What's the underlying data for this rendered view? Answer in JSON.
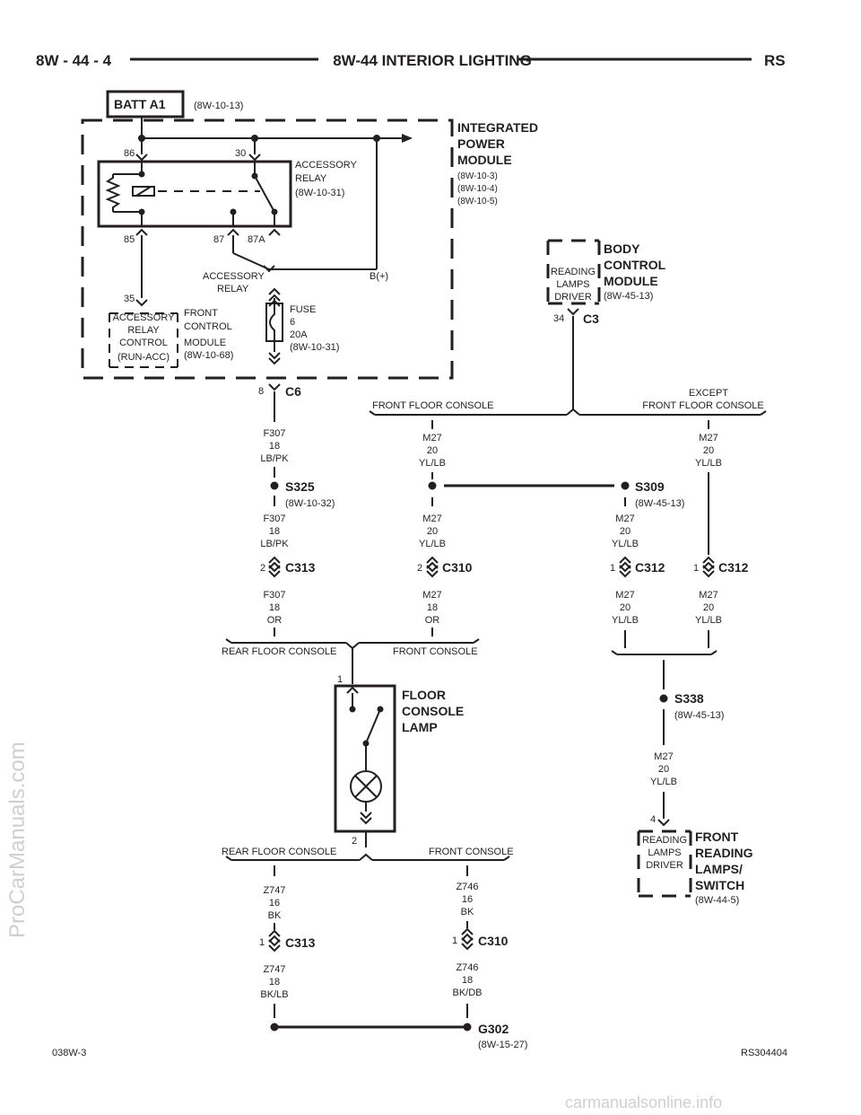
{
  "header": {
    "left": "8W - 44 - 4",
    "center": "8W-44 INTERIOR LIGHTING",
    "right": "RS"
  },
  "batt": {
    "label": "BATT A1",
    "ref": "(8W-10-13)"
  },
  "ipm": {
    "title1": "INTEGRATED",
    "title2": "POWER",
    "title3": "MODULE",
    "ref1": "(8W-10-3)",
    "ref2": "(8W-10-4)",
    "ref3": "(8W-10-5)"
  },
  "relay": {
    "pin86": "86",
    "pin30": "30",
    "pin85": "85",
    "pin87": "87",
    "pin87a": "87A",
    "name1": "ACCESSORY",
    "name2": "RELAY",
    "ref": "(8W-10-31)"
  },
  "relay_out": {
    "label1": "ACCESSORY",
    "label2": "RELAY",
    "bplus": "B(+)"
  },
  "fcm": {
    "pin": "35",
    "l1": "ACCESSORY",
    "l2": "RELAY",
    "l3": "CONTROL",
    "l4": "(RUN-ACC)",
    "name1": "FRONT",
    "name2": "CONTROL",
    "name3": "MODULE",
    "ref": "(8W-10-68)"
  },
  "fuse": {
    "l1": "FUSE",
    "l2": "6",
    "l3": "20A",
    "ref": "(8W-10-31)"
  },
  "c6": {
    "pin": "8",
    "name": "C6"
  },
  "bcm": {
    "l1": "READING",
    "l2": "LAMPS",
    "l3": "DRIVER",
    "name1": "BODY",
    "name2": "CONTROL",
    "name3": "MODULE",
    "ref": "(8W-45-13)",
    "pin": "34",
    "conn": "C3"
  },
  "options": {
    "front_floor": "FRONT FLOOR CONSOLE",
    "except1": "EXCEPT",
    "except2": "FRONT FLOOR CONSOLE"
  },
  "w_f307a": {
    "c": "F307",
    "g": "18",
    "col": "LB/PK"
  },
  "w_f307b": {
    "c": "F307",
    "g": "18",
    "col": "LB/PK"
  },
  "w_f307c": {
    "c": "F307",
    "g": "18",
    "col": "OR"
  },
  "w_m27a": {
    "c": "M27",
    "g": "20",
    "col": "YL/LB"
  },
  "w_m27b": {
    "c": "M27",
    "g": "20",
    "col": "YL/LB"
  },
  "w_m27c": {
    "c": "M27",
    "g": "20",
    "col": "YL/LB"
  },
  "w_m27d": {
    "c": "M27",
    "g": "18",
    "col": "OR"
  },
  "w_m27e": {
    "c": "M27",
    "g": "20",
    "col": "YL/LB"
  },
  "w_m27f": {
    "c": "M27",
    "g": "20",
    "col": "YL/LB"
  },
  "w_m27g": {
    "c": "M27",
    "g": "20",
    "col": "YL/LB"
  },
  "w_m27h": {
    "c": "M27",
    "g": "20",
    "col": "YL/LB"
  },
  "s325": {
    "name": "S325",
    "ref": "(8W-10-32)"
  },
  "s309": {
    "name": "S309",
    "ref": "(8W-45-13)"
  },
  "s338": {
    "name": "S338",
    "ref": "(8W-45-13)"
  },
  "c313a": {
    "pin": "2",
    "name": "C313"
  },
  "c310a": {
    "pin": "2",
    "name": "C310"
  },
  "c312a": {
    "pin": "1",
    "name": "C312"
  },
  "c312b": {
    "pin": "1",
    "name": "C312"
  },
  "console1": {
    "rear": "REAR FLOOR CONSOLE",
    "front": "FRONT CONSOLE"
  },
  "lamp": {
    "pin_top": "1",
    "pin_bot": "2",
    "name1": "FLOOR",
    "name2": "CONSOLE",
    "name3": "LAMP"
  },
  "console2": {
    "rear": "REAR FLOOR CONSOLE",
    "front": "FRONT CONSOLE"
  },
  "frl": {
    "pin": "4",
    "l1": "READING",
    "l2": "LAMPS",
    "l3": "DRIVER",
    "name1": "FRONT",
    "name2": "READING",
    "name3": "LAMPS/",
    "name4": "SWITCH",
    "ref": "(8W-44-5)"
  },
  "w_z747a": {
    "c": "Z747",
    "g": "16",
    "col": "BK"
  },
  "w_z746a": {
    "c": "Z746",
    "g": "16",
    "col": "BK"
  },
  "c313b": {
    "pin": "1",
    "name": "C313"
  },
  "c310b": {
    "pin": "1",
    "name": "C310"
  },
  "w_z747b": {
    "c": "Z747",
    "g": "18",
    "col": "BK/LB"
  },
  "w_z746b": {
    "c": "Z746",
    "g": "18",
    "col": "BK/DB"
  },
  "g302": {
    "name": "G302",
    "ref": "(8W-15-27)"
  },
  "footer": {
    "left": "038W-3",
    "right": "RS304404"
  },
  "watermarks": {
    "left": "ProCarManuals.com",
    "bottom": "carmanualsonline.info"
  }
}
